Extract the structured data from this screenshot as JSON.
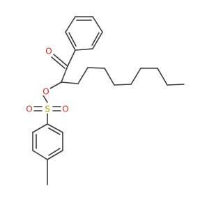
{
  "molecule": {
    "atoms": {
      "carbonyl_oxygen": {
        "symbol": "O",
        "color": "#e3261c"
      },
      "ester_oxygen": {
        "symbol": "O",
        "color": "#e3261c"
      },
      "sulfur": {
        "symbol": "S",
        "color": "#b3a300"
      },
      "sulfonyl_oxygen_left": {
        "symbol": "O",
        "color": "#e3261c"
      },
      "sulfonyl_oxygen_right": {
        "symbol": "O",
        "color": "#e3261c"
      }
    },
    "bond_color": "#3a3a3a"
  }
}
